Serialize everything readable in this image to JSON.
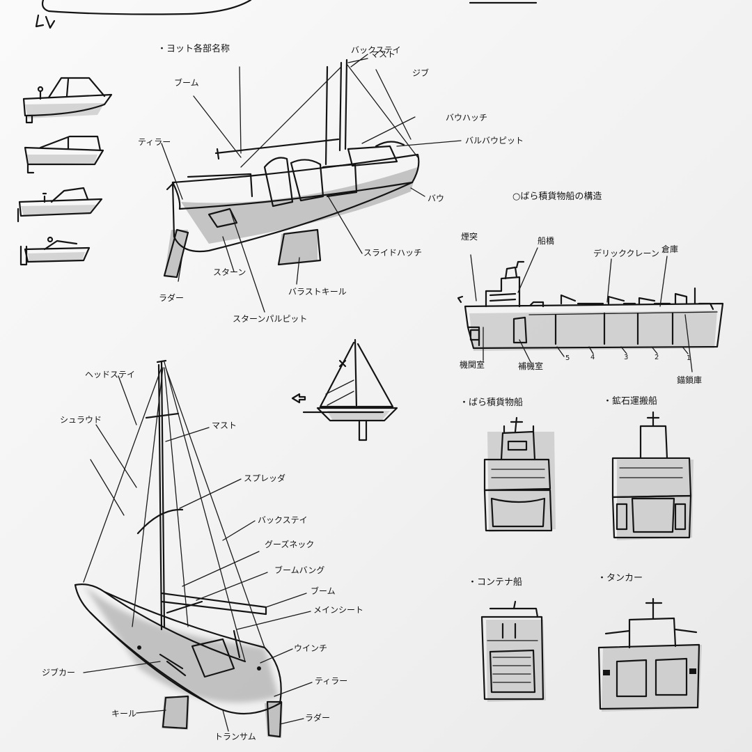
{
  "yacht_parts": {
    "title": "・ヨット各部名称",
    "labels": {
      "boom": "ブーム",
      "backstay": "バックステイ",
      "mast": "マスト",
      "jib": "ジブ",
      "bow_hatch": "バウハッチ",
      "bow_pulpit": "バルバウピット",
      "tiller": "ティラー",
      "bow": "バウ",
      "slide_hatch": "スライドハッチ",
      "rudder": "ラダー",
      "stern": "スターン",
      "ballast_keel": "バラストキール",
      "stern_pulpit": "スターンパルピット"
    }
  },
  "cargo_ship": {
    "title": "○ばら積貨物船の構造",
    "labels": {
      "funnel": "煙突",
      "bridge": "船橋",
      "derrick_crane": "デリッククレーン",
      "hold": "倉庫",
      "engine_room": "機関室",
      "aux_room": "補機室",
      "anchor_locker": "錨鎖庫"
    },
    "hold_numbers": [
      "5",
      "4",
      "3",
      "2",
      "1"
    ]
  },
  "sailboat_rig": {
    "labels": {
      "headstay": "ヘッドステイ",
      "shroud": "シュラウド",
      "mast": "マスト",
      "spreader": "スプレッダ",
      "backstay": "バックステイ",
      "gooseneck": "グーズネック",
      "boom_vang": "ブームバング",
      "boom": "ブーム",
      "mainsheet": "メインシート",
      "winch": "ウインチ",
      "jib_car": "ジブカー",
      "tiller": "ティラー",
      "keel": "キール",
      "rudder": "ラダー",
      "transom": "トランサム"
    }
  },
  "ship_fronts": [
    {
      "id": "bulk",
      "title": "・ばら積貨物船"
    },
    {
      "id": "ore",
      "title": "・鉱石運搬船"
    },
    {
      "id": "container",
      "title": "・コンテナ船"
    },
    {
      "id": "tanker",
      "title": "・タンカー"
    }
  ]
}
